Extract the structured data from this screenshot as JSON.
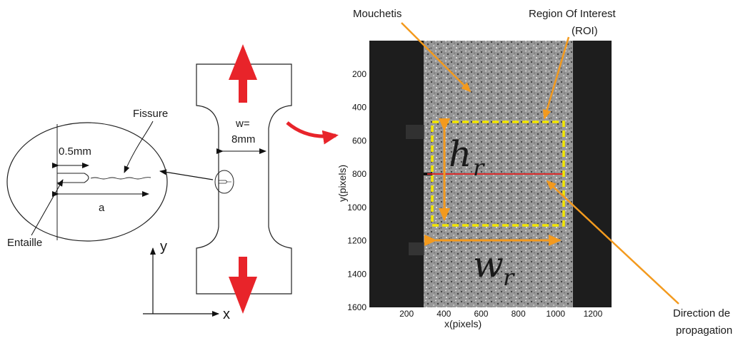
{
  "left_diagram": {
    "w_label_line1": "w=",
    "w_label_line2": "8mm",
    "fissure_label": "Fissure",
    "notch_width_label": "0.5mm",
    "a_label": "a",
    "entaille_label": "Entaille",
    "y_axis_label": "y",
    "x_axis_label": "x"
  },
  "image_panel": {
    "mouchetis_label": "Mouchetis",
    "roi_label_line1": "Region Of Interest",
    "roi_label_line2": "(ROI)",
    "hr_symbol": "h",
    "hr_subscript": "r",
    "wr_symbol": "w",
    "wr_subscript": "r",
    "direction_line1": "Direction de",
    "direction_line2": "propagation",
    "xlabel": "x(pixels)",
    "ylabel": "y(pixels)",
    "x_ticks": [
      "200",
      "400",
      "600",
      "800",
      "1000",
      "1200"
    ],
    "y_ticks": [
      "200",
      "400",
      "600",
      "800",
      "1000",
      "1200",
      "1400",
      "1600"
    ]
  },
  "colors": {
    "arrow_red": "#e8242a",
    "annotation_orange": "#f39a1e",
    "roi_yellow": "#f2e600",
    "crack_red": "#d92a2a"
  }
}
